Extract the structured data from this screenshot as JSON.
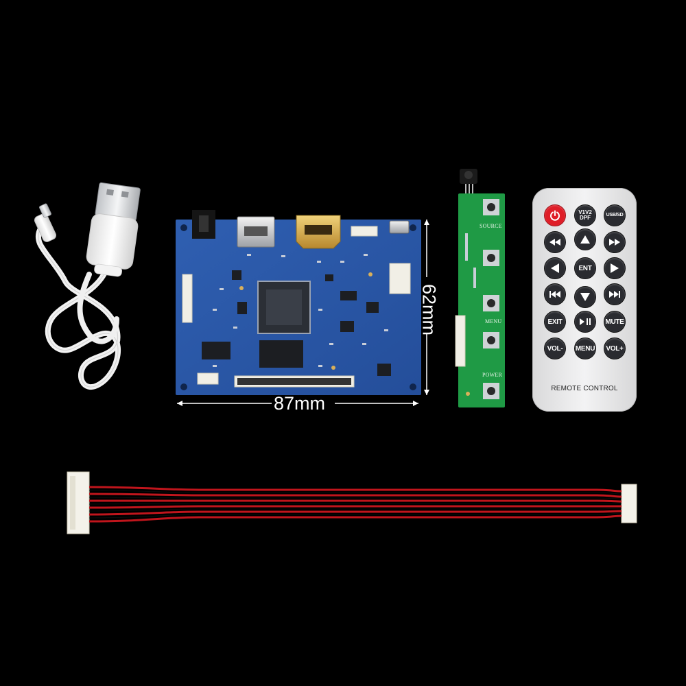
{
  "dimensions": {
    "width_label": "87mm",
    "height_label": "62mm"
  },
  "keypad": {
    "labels": [
      "SOURCE",
      "MENU",
      "POWER"
    ]
  },
  "remote": {
    "title": "REMOTE CONTROL",
    "buttons": {
      "mode": "V1V2\nDPF",
      "usb": "USB/SD",
      "ent": "ENT",
      "exit": "EXIT",
      "mute": "MUTE",
      "vol_down": "VOL-",
      "menu": "MENU",
      "vol_up": "VOL+"
    }
  },
  "colors": {
    "background": "#000000",
    "pcb_blue": "#2c5aa8",
    "pcb_green": "#1f9a45",
    "cable_red": "#c0151c",
    "power_red": "#e0202a",
    "remote_body": "#e9e9ea"
  },
  "icons": [
    "micro-usb-cable",
    "usb-a-plug",
    "hdmi-port",
    "ir-receiver",
    "power-icon"
  ]
}
